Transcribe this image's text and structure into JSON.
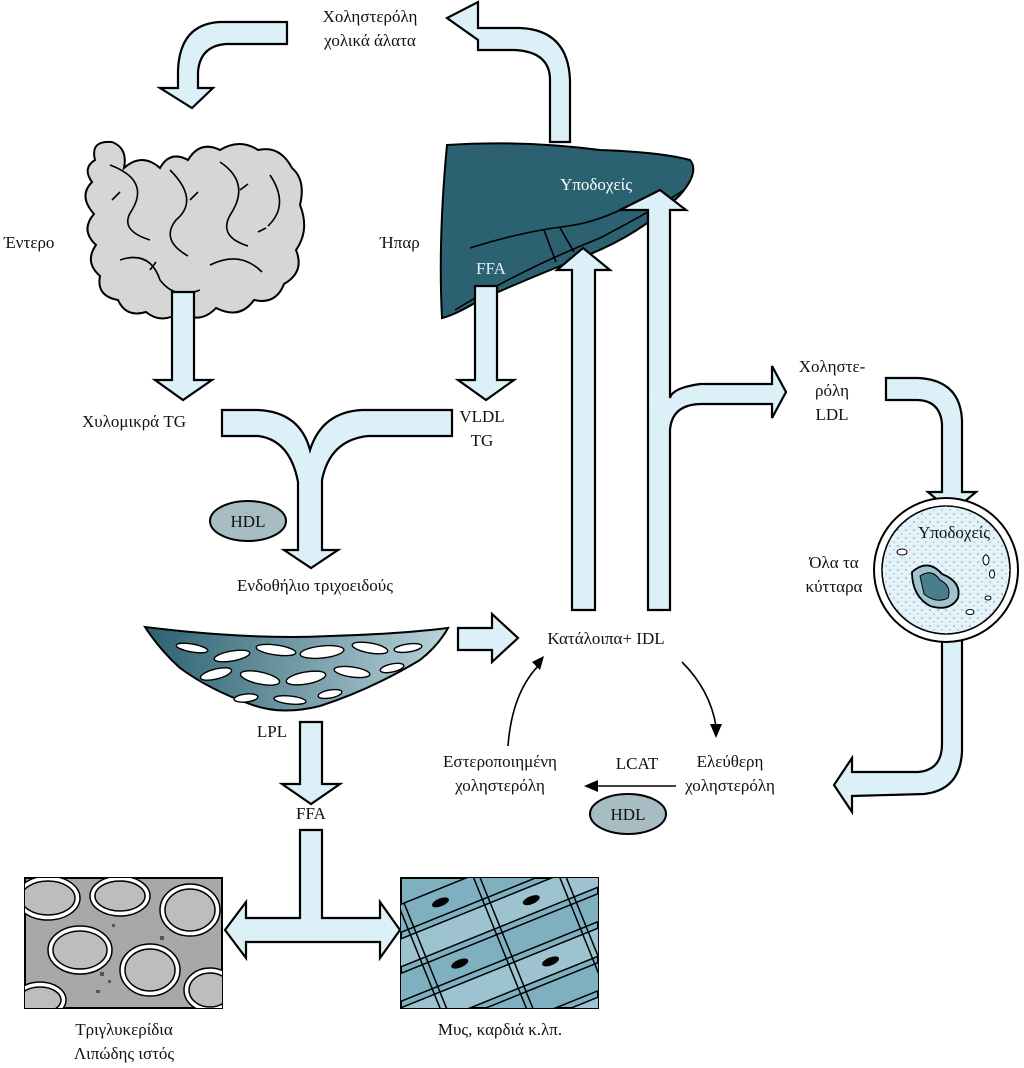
{
  "labels": {
    "top_cholesterol": "Χοληστερόλη",
    "top_bile_salts": "χολικά άλατα",
    "intestine": "Έντερο",
    "liver": "Ήπαρ",
    "liver_receptors": "Υποδοχείς",
    "liver_ffa": "FFA",
    "chylomicrons": "Χυλομικρά TG",
    "vldl": "VLDL",
    "vldl_tg": "TG",
    "cholesterol_ldl_1": "Χοληστε-",
    "cholesterol_ldl_2": "ρόλη",
    "cholesterol_ldl_3": "LDL",
    "hdl_top": "HDL",
    "endothelium": "Ενδοθήλιο τριχοειδούς",
    "cell_receptors": "Υποδοχείς",
    "all_cells_1": "Όλα τα",
    "all_cells_2": "κύτταρα",
    "remnants": "Κατάλοιπα+ IDL",
    "lpl": "LPL",
    "esterified_1": "Εστεροποιημένη",
    "esterified_2": "χοληστερόλη",
    "lcat": "LCAT",
    "free_chol_1": "Ελεύθερη",
    "free_chol_2": "χοληστερόλη",
    "hdl_bottom": "HDL",
    "ffa": "FFA",
    "adipose_1": "Τριγλυκερίδια",
    "adipose_2": "Λιπώδης ιστός",
    "muscle": "Μυς, καρδιά κ.λπ."
  },
  "colors": {
    "arrow_fill": "#dcf0f8",
    "liver": "#2b6170",
    "intestine": "#d6d6d6",
    "hdl": "#a7bcc3",
    "cell": "#e4f3f9",
    "muscle": "#7fb0c0",
    "adipose": "#a8a8a8"
  }
}
